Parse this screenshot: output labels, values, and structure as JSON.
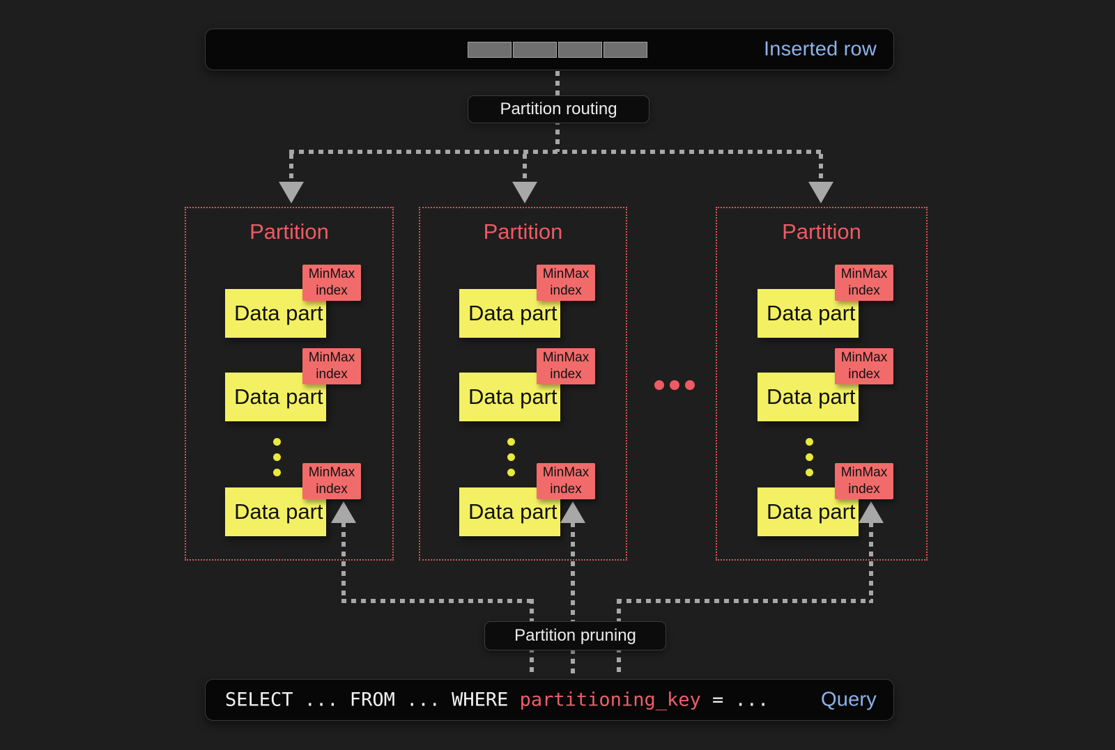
{
  "inserted_row_bar": {
    "label": "Inserted row",
    "segment_count": 4
  },
  "flow_labels": {
    "routing": "Partition routing",
    "pruning": "Partition pruning"
  },
  "partitions": [
    {
      "title": "Partition",
      "parts": [
        {
          "label": "Data part",
          "index_tag": "MinMax index"
        },
        {
          "label": "Data part",
          "index_tag": "MinMax index"
        },
        {
          "label": "Data part",
          "index_tag": "MinMax index"
        }
      ]
    },
    {
      "title": "Partition",
      "parts": [
        {
          "label": "Data part",
          "index_tag": "MinMax index"
        },
        {
          "label": "Data part",
          "index_tag": "MinMax index"
        },
        {
          "label": "Data part",
          "index_tag": "MinMax index"
        }
      ]
    },
    {
      "title": "Partition",
      "parts": [
        {
          "label": "Data part",
          "index_tag": "MinMax index"
        },
        {
          "label": "Data part",
          "index_tag": "MinMax index"
        },
        {
          "label": "Data part",
          "index_tag": "MinMax index"
        }
      ]
    }
  ],
  "query_bar": {
    "sql_pre": "SELECT ... FROM ... WHERE ",
    "sql_key": "partitioning_key",
    "sql_post": " = ...",
    "label": "Query"
  },
  "colors": {
    "accent_blue": "#8cb3ea",
    "partition_red": "#ee5a65",
    "tag_red": "#f26b6b",
    "data_part_yellow": "#f3f163",
    "arrow_gray": "#a8a8a8"
  }
}
